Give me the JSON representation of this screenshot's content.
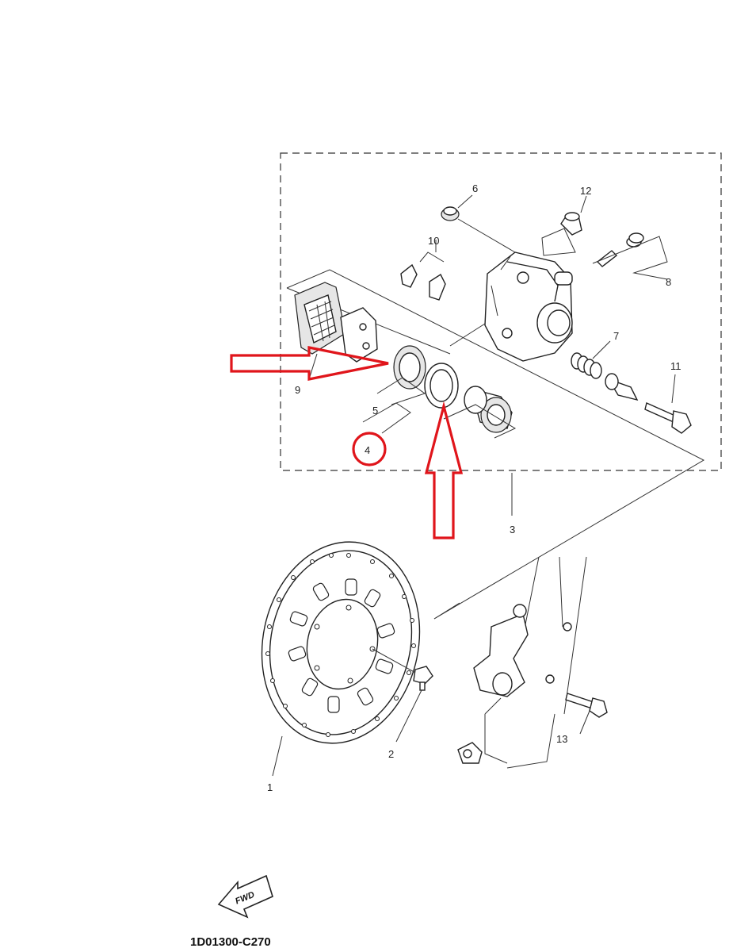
{
  "diagram": {
    "part_numbers": [
      "1",
      "2",
      "3",
      "4",
      "5",
      "6",
      "7",
      "8",
      "9",
      "10",
      "11",
      "12",
      "13"
    ],
    "fwd_label": "FWD",
    "drawing_code": "1D01300-C270",
    "colors": {
      "line": "#222222",
      "highlight": "#e0151b",
      "background": "#ffffff"
    }
  }
}
